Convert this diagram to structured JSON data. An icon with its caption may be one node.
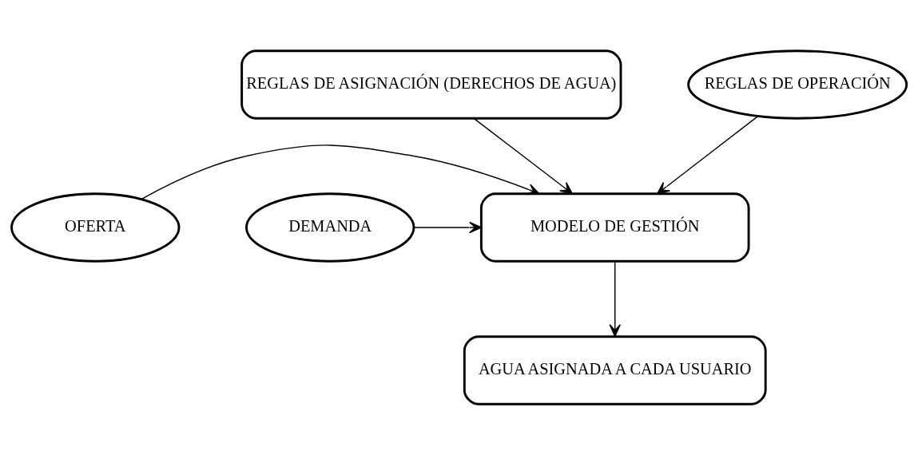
{
  "diagram": {
    "nodes": [
      {
        "text": [
          "REGLAS DE ASIGNACIÓN (DERECHOS DE AGUA)"
        ]
      },
      {
        "text": [
          "REGLAS DE OPERACIÓN"
        ]
      },
      {
        "text": [
          "OFERTA"
        ]
      },
      {
        "text": [
          "MODELO DE GESTIÓN"
        ]
      },
      {
        "text": [
          "DEMANDA"
        ]
      },
      {
        "text": [
          "AGUA ASIGNADA A CADA USUARIO"
        ]
      }
    ],
    "edges": [
      {
        "from": 0,
        "to": 3,
        "arrow": "to"
      },
      {
        "from": 1,
        "to": 3,
        "arrow": "to"
      },
      {
        "from": 2,
        "to": 3,
        "arrow": "to"
      },
      {
        "from": 4,
        "to": 3,
        "arrow": "to"
      },
      {
        "from": 3,
        "to": 5,
        "arrow": "to"
      }
    ]
  }
}
